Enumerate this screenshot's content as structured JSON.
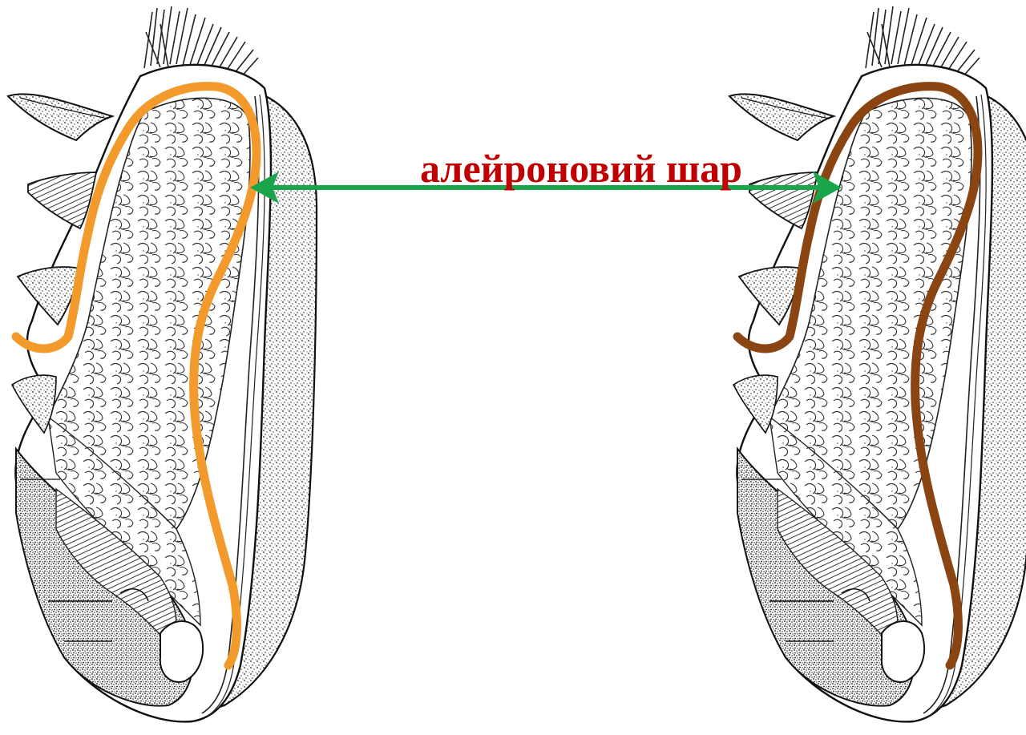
{
  "label": {
    "text": "алейроновий шар",
    "color": "#c00000"
  },
  "arrow": {
    "color": "#1aa54a",
    "type": "double-headed"
  },
  "grains": [
    {
      "side": "left",
      "aleurone_color": "#f39a2c"
    },
    {
      "side": "right",
      "aleurone_color": "#8b4513"
    }
  ]
}
